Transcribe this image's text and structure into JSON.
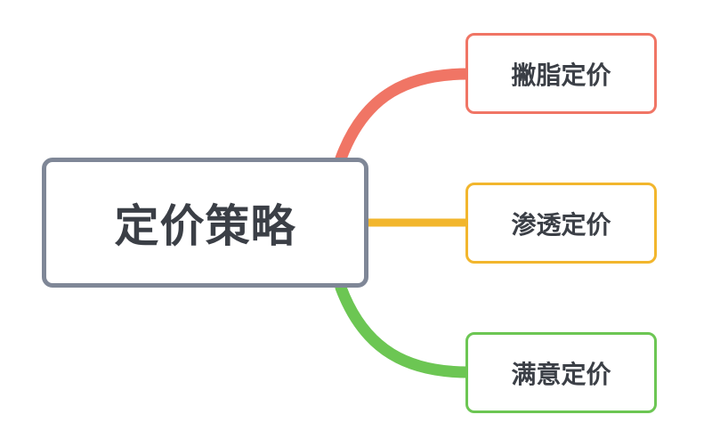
{
  "root": {
    "label": "定价策略",
    "border_color": "#7f8797"
  },
  "branches": [
    {
      "label": "撇脂定价",
      "color": "#f07565"
    },
    {
      "label": "渗透定价",
      "color": "#f2b62d"
    },
    {
      "label": "满意定价",
      "color": "#6cc653"
    }
  ]
}
